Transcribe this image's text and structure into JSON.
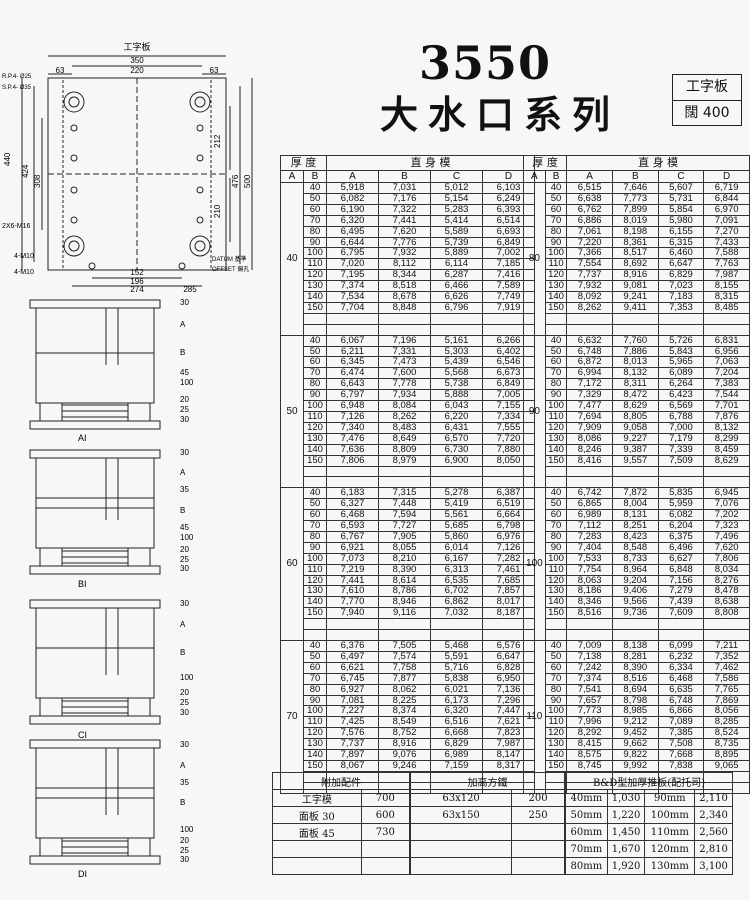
{
  "header": {
    "title_number": "3550",
    "title_cn": "大水口系列",
    "badge_top": "工字板",
    "badge_bottom": "闊 400"
  },
  "diagram": {
    "top_label": "工字板",
    "dims": [
      "350",
      "220",
      "63",
      "63",
      "440",
      "424",
      "308",
      "212",
      "210",
      "476",
      "500",
      "152",
      "196",
      "274",
      "285"
    ],
    "notes": [
      "R.P.4- Ø25",
      "S.P.4- Ø35",
      "2X6-M16",
      "4-M10",
      "4-M10",
      "DATUM 基準",
      "OFFSET 偏孔"
    ],
    "views": [
      {
        "name": "AI",
        "labels": [
          "30",
          "A",
          "B",
          "45",
          "100",
          "20",
          "25",
          "30"
        ]
      },
      {
        "name": "BI",
        "labels": [
          "30",
          "A",
          "35",
          "B",
          "45",
          "100",
          "20",
          "25",
          "30"
        ]
      },
      {
        "name": "CI",
        "labels": [
          "30",
          "A",
          "B",
          "100",
          "20",
          "25",
          "30"
        ]
      },
      {
        "name": "DI",
        "labels": [
          "30",
          "A",
          "35",
          "B",
          "100",
          "20",
          "25",
          "30"
        ]
      }
    ]
  },
  "table_headers": {
    "thickness": "厚 度",
    "mold": "直 身 模",
    "A": "A",
    "B": "B",
    "colA": "A",
    "colB": "B",
    "colC": "C",
    "colD": "D"
  },
  "left_table": {
    "groups": [
      {
        "a": "40",
        "rows": [
          [
            "40",
            "5,918",
            "7,031",
            "5,012",
            "6,103"
          ],
          [
            "50",
            "6,082",
            "7,176",
            "5,154",
            "6,249"
          ],
          [
            "60",
            "6,190",
            "7,322",
            "5,283",
            "6,393"
          ],
          [
            "70",
            "6,320",
            "7,441",
            "5,414",
            "6,514"
          ],
          [
            "80",
            "6,495",
            "7,620",
            "5,589",
            "6,693"
          ],
          [
            "90",
            "6,644",
            "7,776",
            "5,739",
            "6,849"
          ],
          [
            "100",
            "6,795",
            "7,932",
            "5,889",
            "7,002"
          ],
          [
            "110",
            "7,020",
            "8,112",
            "6,114",
            "7,185"
          ],
          [
            "120",
            "7,195",
            "8,344",
            "6,287",
            "7,416"
          ],
          [
            "130",
            "7,374",
            "8,518",
            "6,466",
            "7,589"
          ],
          [
            "140",
            "7,534",
            "8,678",
            "6,626",
            "7,749"
          ],
          [
            "150",
            "7,704",
            "8,848",
            "6,796",
            "7,919"
          ]
        ]
      },
      {
        "a": "50",
        "rows": [
          [
            "40",
            "6,067",
            "7,196",
            "5,161",
            "6,266"
          ],
          [
            "50",
            "6,211",
            "7,331",
            "5,303",
            "6,402"
          ],
          [
            "60",
            "6,345",
            "7,473",
            "5,439",
            "6,546"
          ],
          [
            "70",
            "6,474",
            "7,600",
            "5,568",
            "6,673"
          ],
          [
            "80",
            "6,643",
            "7,778",
            "5,738",
            "6,849"
          ],
          [
            "90",
            "6,797",
            "7,934",
            "5,888",
            "7,005"
          ],
          [
            "100",
            "6,948",
            "8,084",
            "6,043",
            "7,155"
          ],
          [
            "110",
            "7,126",
            "8,262",
            "6,220",
            "7,334"
          ],
          [
            "120",
            "7,340",
            "8,483",
            "6,431",
            "7,555"
          ],
          [
            "130",
            "7,476",
            "8,649",
            "6,570",
            "7,720"
          ],
          [
            "140",
            "7,636",
            "8,809",
            "6,730",
            "7,880"
          ],
          [
            "150",
            "7,806",
            "8,979",
            "6,900",
            "8,050"
          ]
        ]
      },
      {
        "a": "60",
        "rows": [
          [
            "40",
            "6,183",
            "7,315",
            "5,278",
            "6,387"
          ],
          [
            "50",
            "6,327",
            "7,448",
            "5,419",
            "6,519"
          ],
          [
            "60",
            "6,468",
            "7,594",
            "5,561",
            "6,664"
          ],
          [
            "70",
            "6,593",
            "7,727",
            "5,685",
            "6,798"
          ],
          [
            "80",
            "6,767",
            "7,905",
            "5,860",
            "6,976"
          ],
          [
            "90",
            "6,921",
            "8,055",
            "6,014",
            "7,126"
          ],
          [
            "100",
            "7,073",
            "8,210",
            "6,167",
            "7,282"
          ],
          [
            "110",
            "7,219",
            "8,390",
            "6,313",
            "7,461"
          ],
          [
            "120",
            "7,441",
            "8,614",
            "6,535",
            "7,685"
          ],
          [
            "130",
            "7,610",
            "8,786",
            "6,702",
            "7,857"
          ],
          [
            "140",
            "7,770",
            "8,946",
            "6,862",
            "8,017"
          ],
          [
            "150",
            "7,940",
            "9,116",
            "7,032",
            "8,187"
          ]
        ]
      },
      {
        "a": "70",
        "rows": [
          [
            "40",
            "6,376",
            "7,505",
            "5,468",
            "6,576"
          ],
          [
            "50",
            "6,497",
            "7,574",
            "5,591",
            "6,647"
          ],
          [
            "60",
            "6,621",
            "7,758",
            "5,716",
            "6,828"
          ],
          [
            "70",
            "6,745",
            "7,877",
            "5,838",
            "6,950"
          ],
          [
            "80",
            "6,927",
            "8,062",
            "6,021",
            "7,136"
          ],
          [
            "90",
            "7,081",
            "8,225",
            "6,173",
            "7,296"
          ],
          [
            "100",
            "7,227",
            "8,374",
            "6,320",
            "7,447"
          ],
          [
            "110",
            "7,425",
            "8,549",
            "6,516",
            "7,621"
          ],
          [
            "120",
            "7,576",
            "8,752",
            "6,668",
            "7,823"
          ],
          [
            "130",
            "7,737",
            "8,916",
            "6,829",
            "7,987"
          ],
          [
            "140",
            "7,897",
            "9,076",
            "6,989",
            "8,147"
          ],
          [
            "150",
            "8,067",
            "9,246",
            "7,159",
            "8,317"
          ]
        ]
      }
    ]
  },
  "right_table": {
    "groups": [
      {
        "a": "80",
        "rows": [
          [
            "40",
            "6,515",
            "7,646",
            "5,607",
            "6,719"
          ],
          [
            "50",
            "6,638",
            "7,773",
            "5,731",
            "6,844"
          ],
          [
            "60",
            "6,762",
            "7,899",
            "5,854",
            "6,970"
          ],
          [
            "70",
            "6,886",
            "8,019",
            "5,980",
            "7,091"
          ],
          [
            "80",
            "7,061",
            "8,198",
            "6,155",
            "7,270"
          ],
          [
            "90",
            "7,220",
            "8,361",
            "6,315",
            "7,433"
          ],
          [
            "100",
            "7,366",
            "8,517",
            "6,460",
            "7,588"
          ],
          [
            "110",
            "7,554",
            "8,692",
            "6,647",
            "7,763"
          ],
          [
            "120",
            "7,737",
            "8,916",
            "6,829",
            "7,987"
          ],
          [
            "130",
            "7,932",
            "9,081",
            "7,023",
            "8,155"
          ],
          [
            "140",
            "8,092",
            "9,241",
            "7,183",
            "8,315"
          ],
          [
            "150",
            "8,262",
            "9,411",
            "7,353",
            "8,485"
          ]
        ]
      },
      {
        "a": "90",
        "rows": [
          [
            "40",
            "6,632",
            "7,760",
            "5,726",
            "6,831"
          ],
          [
            "50",
            "6,748",
            "7,886",
            "5,843",
            "6,956"
          ],
          [
            "60",
            "6,872",
            "8,013",
            "5,965",
            "7,063"
          ],
          [
            "70",
            "6,994",
            "8,132",
            "6,089",
            "7,204"
          ],
          [
            "80",
            "7,172",
            "8,311",
            "6,264",
            "7,383"
          ],
          [
            "90",
            "7,329",
            "8,472",
            "6,423",
            "7,544"
          ],
          [
            "100",
            "7,477",
            "8,629",
            "6,569",
            "7,701"
          ],
          [
            "110",
            "7,694",
            "8,805",
            "6,788",
            "7,876"
          ],
          [
            "120",
            "7,909",
            "9,058",
            "7,000",
            "8,132"
          ],
          [
            "130",
            "8,086",
            "9,227",
            "7,179",
            "8,299"
          ],
          [
            "140",
            "8,246",
            "9,387",
            "7,339",
            "8,459"
          ],
          [
            "150",
            "8,416",
            "9,557",
            "7,509",
            "8,629"
          ]
        ]
      },
      {
        "a": "100",
        "rows": [
          [
            "40",
            "6,742",
            "7,872",
            "5,835",
            "6,945"
          ],
          [
            "50",
            "6,865",
            "8,004",
            "5,959",
            "7,076"
          ],
          [
            "60",
            "6,989",
            "8,131",
            "6,082",
            "7,202"
          ],
          [
            "70",
            "7,112",
            "8,251",
            "6,204",
            "7,323"
          ],
          [
            "80",
            "7,283",
            "8,423",
            "6,375",
            "7,496"
          ],
          [
            "90",
            "7,404",
            "8,548",
            "6,496",
            "7,620"
          ],
          [
            "100",
            "7,533",
            "8,733",
            "6,627",
            "7,806"
          ],
          [
            "110",
            "7,754",
            "8,964",
            "6,848",
            "8,034"
          ],
          [
            "120",
            "8,063",
            "9,204",
            "7,156",
            "8,276"
          ],
          [
            "130",
            "8,186",
            "9,406",
            "7,279",
            "8,478"
          ],
          [
            "140",
            "8,346",
            "9,566",
            "7,439",
            "8,638"
          ],
          [
            "150",
            "8,516",
            "9,736",
            "7,609",
            "8,808"
          ]
        ]
      },
      {
        "a": "110",
        "rows": [
          [
            "40",
            "7,009",
            "8,138",
            "6,099",
            "7,211"
          ],
          [
            "50",
            "7,138",
            "8,281",
            "6,232",
            "7,352"
          ],
          [
            "60",
            "7,242",
            "8,390",
            "6,334",
            "7,462"
          ],
          [
            "70",
            "7,374",
            "8,516",
            "6,468",
            "7,586"
          ],
          [
            "80",
            "7,541",
            "8,694",
            "6,635",
            "7,765"
          ],
          [
            "90",
            "7,657",
            "8,798",
            "6,748",
            "7,869"
          ],
          [
            "100",
            "7,773",
            "8,985",
            "6,866",
            "8,056"
          ],
          [
            "110",
            "7,996",
            "9,212",
            "7,089",
            "8,285"
          ],
          [
            "120",
            "8,292",
            "9,452",
            "7,385",
            "8,524"
          ],
          [
            "130",
            "8,415",
            "9,662",
            "7,508",
            "8,735"
          ],
          [
            "140",
            "8,575",
            "9,822",
            "7,668",
            "8,895"
          ],
          [
            "150",
            "8,745",
            "9,992",
            "7,838",
            "9,065"
          ]
        ]
      }
    ]
  },
  "accessories": {
    "title": "附加配件",
    "rows": [
      [
        "工字模",
        "700"
      ],
      [
        "面板 30",
        "600"
      ],
      [
        "面板 45",
        "730"
      ]
    ]
  },
  "raise_block": {
    "title": "加高方鐵",
    "rows": [
      [
        "63x120",
        "200"
      ],
      [
        "63x150",
        "250"
      ]
    ]
  },
  "bd_plate": {
    "title": "B&D型加厚推板(配托司)",
    "rows": [
      [
        "40mm",
        "1,030",
        "90mm",
        "2,110"
      ],
      [
        "50mm",
        "1,220",
        "100mm",
        "2,340"
      ],
      [
        "60mm",
        "1,450",
        "110mm",
        "2,560"
      ],
      [
        "70mm",
        "1,670",
        "120mm",
        "2,810"
      ],
      [
        "80mm",
        "1,920",
        "130mm",
        "3,100"
      ]
    ]
  }
}
